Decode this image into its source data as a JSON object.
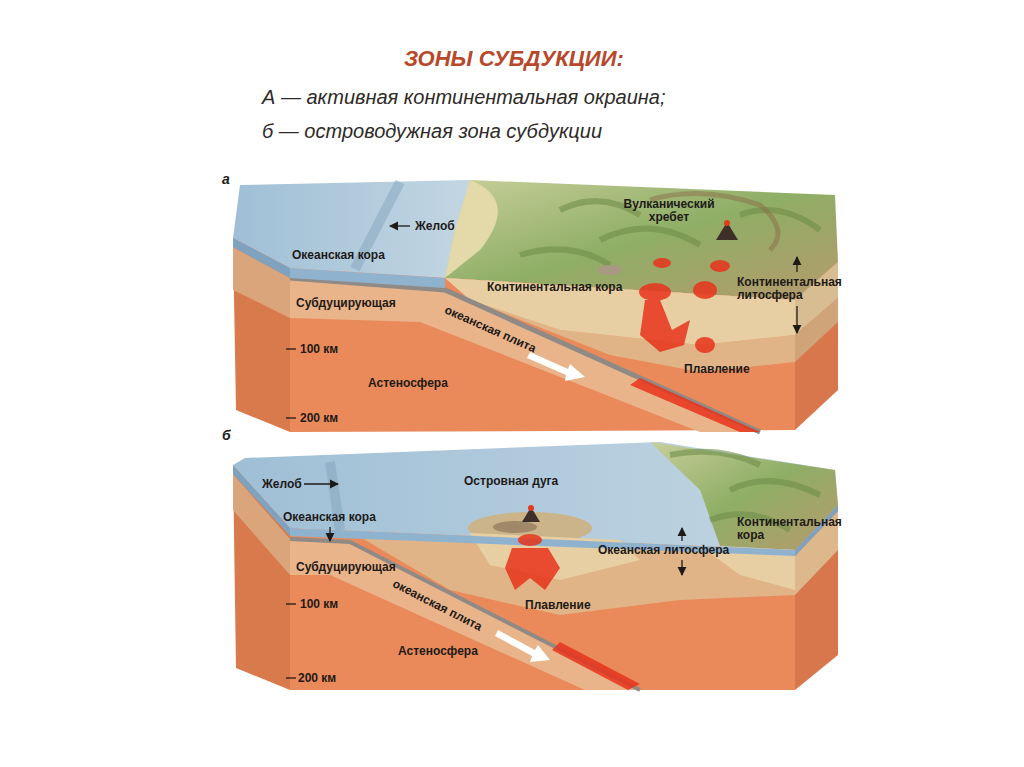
{
  "diagram": {
    "title": "ЗОНЫ СУБДУКЦИИ:",
    "labels": [
      "А — активная континентальная окраина;",
      "б — островодужная зона субдукции",
      "а",
      "Желоб",
      "Вулканический хребет",
      "Океанская кора",
      "Континентальная кора",
      "Континентальная литосфера",
      "Субдуцирующая",
      "океанская плита",
      "100 км",
      "Астеносфера",
      "Плавление",
      "200 км",
      "б",
      "Желоб",
      "Островная дуга",
      "Океанская кора",
      "Континентальная кора",
      "Океанская литосфера",
      "Субдуцирующая",
      "океанская плита",
      "100 км",
      "Плавление",
      "Астеносфера",
      "200 км"
    ]
  }
}
